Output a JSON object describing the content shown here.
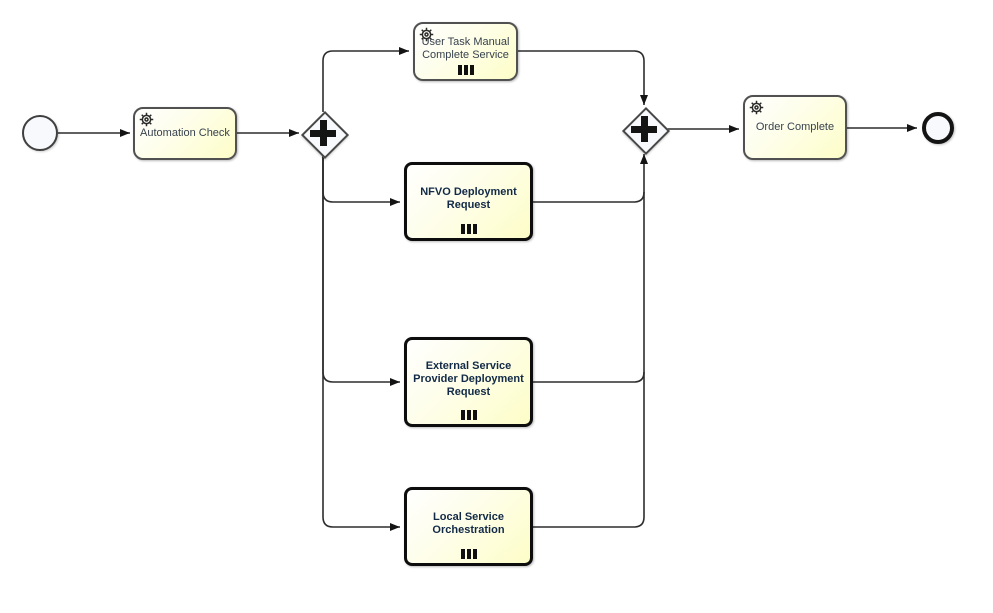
{
  "diagram": {
    "type": "bpmn-process",
    "background_color": "#ffffff",
    "colors": {
      "task_fill_top": "#ffffff",
      "task_fill_bottom": "#fdfdc8",
      "task_border": "#515151",
      "call_activity_border": "#0d0d0d",
      "event_fill": "#f7f9fc",
      "gateway_fill": "#f7f9fc",
      "edge": "#2d2d2d",
      "task_label_color": "#37424e",
      "call_activity_label_color": "#122a47"
    },
    "nodes": {
      "start_event": {
        "type": "start-event",
        "label": ""
      },
      "automation_check": {
        "type": "service-task",
        "icon": "gear-icon",
        "label": "Automation Check"
      },
      "gateway_split": {
        "type": "parallel-gateway",
        "icon": "plus",
        "label": ""
      },
      "user_task_manual_complete_service": {
        "type": "service-task",
        "icon": "gear-icon",
        "marker": "parallel-multi-instance",
        "label": "User Task Manual Complete Service"
      },
      "nfvo_deployment_request": {
        "type": "call-activity",
        "marker": "parallel-multi-instance",
        "label": "NFVO Deployment Request"
      },
      "external_service_provider_deployment_request": {
        "type": "call-activity",
        "marker": "parallel-multi-instance",
        "label": "External Service Provider Deployment Request"
      },
      "local_service_orchestration": {
        "type": "call-activity",
        "marker": "parallel-multi-instance",
        "label": "Local Service Orchestration"
      },
      "gateway_join": {
        "type": "parallel-gateway",
        "icon": "plus",
        "label": ""
      },
      "order_complete": {
        "type": "service-task",
        "icon": "gear-icon",
        "label": "Order Complete"
      },
      "end_event": {
        "type": "end-event",
        "label": ""
      }
    }
  }
}
